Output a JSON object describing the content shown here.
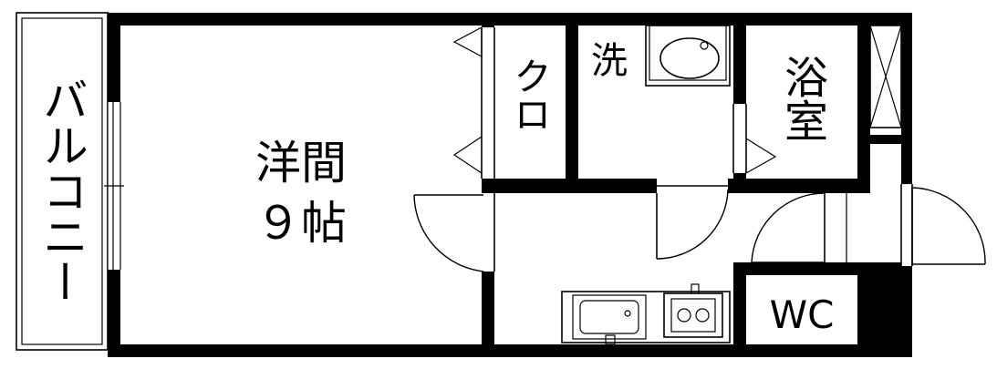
{
  "rooms": {
    "balcony": "バルコニー",
    "western_room": "洋間",
    "western_room_size": "９帖",
    "closet": "クロ",
    "washroom": "洗",
    "bathroom": "浴室",
    "toilet": "WC"
  },
  "colors": {
    "wall": "#000000",
    "background": "#ffffff"
  }
}
